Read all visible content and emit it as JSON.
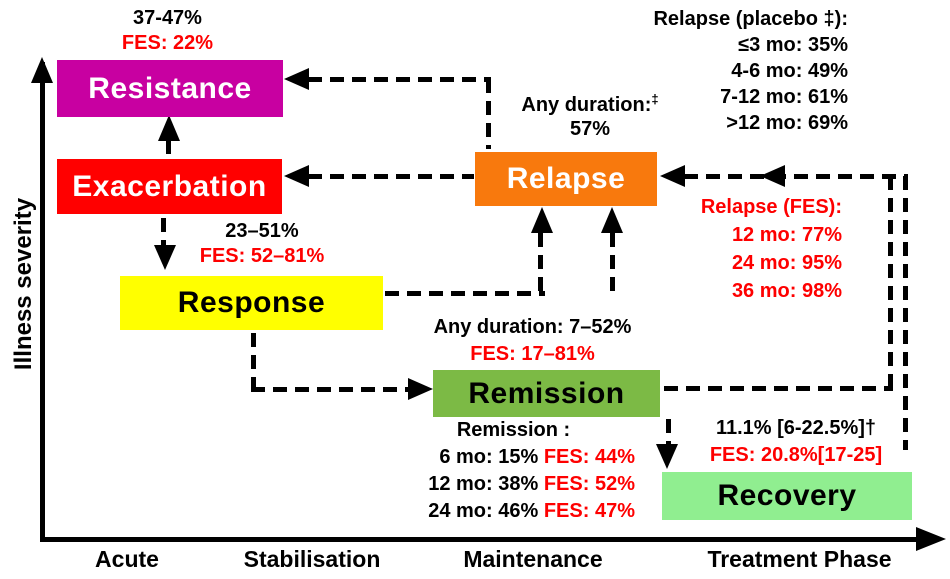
{
  "colors": {
    "red": "#FE0000",
    "black": "#000000",
    "resistance": "#C800A1",
    "exacerbation": "#FF0000",
    "response": "#FFFF00",
    "relapse": "#F8790D",
    "remission": "#7CBA45",
    "recovery": "#90EE90"
  },
  "axes": {
    "y_label": "Illness severity",
    "x_labels": [
      "Acute",
      "Stabilisation",
      "Maintenance",
      "Treatment Phase"
    ]
  },
  "boxes": {
    "resistance": "Resistance",
    "exacerbation": "Exacerbation",
    "response": "Response",
    "relapse": "Relapse",
    "remission": "Remission",
    "recovery": "Recovery"
  },
  "annotations": {
    "resistance_stats": {
      "rate": "37-47%",
      "fes": "FES: 22%"
    },
    "response_stats": {
      "rate": "23–51%",
      "fes": "FES: 52–81%"
    },
    "relapse_any_duration": {
      "label": "Any duration:",
      "sup": "‡",
      "value": "57%"
    },
    "relapse_placebo": {
      "title": "Relapse (placebo ‡):",
      "items": [
        "≤3 mo: 35%",
        "4-6 mo: 49%",
        "7-12 mo: 61%",
        ">12 mo: 69%"
      ]
    },
    "relapse_fes": {
      "title": "Relapse (FES):",
      "items": [
        "12 mo: 77%",
        "24 mo: 95%",
        "36 mo: 98%"
      ]
    },
    "remission_duration": {
      "rate": "Any duration: 7–52%",
      "fes": "FES: 17–81%"
    },
    "remission_rates": {
      "title": "Remission :",
      "rows": [
        {
          "time": "6 mo: 15%",
          "fes": "FES: 44%"
        },
        {
          "time": "12 mo: 38%",
          "fes": "FES: 52%"
        },
        {
          "time": "24 mo: 46%",
          "fes": "FES: 47%"
        }
      ]
    },
    "recovery_stats": {
      "rate": "11.1% [6-22.5%]†",
      "fes": "FES: 20.8%[17-25]"
    }
  }
}
